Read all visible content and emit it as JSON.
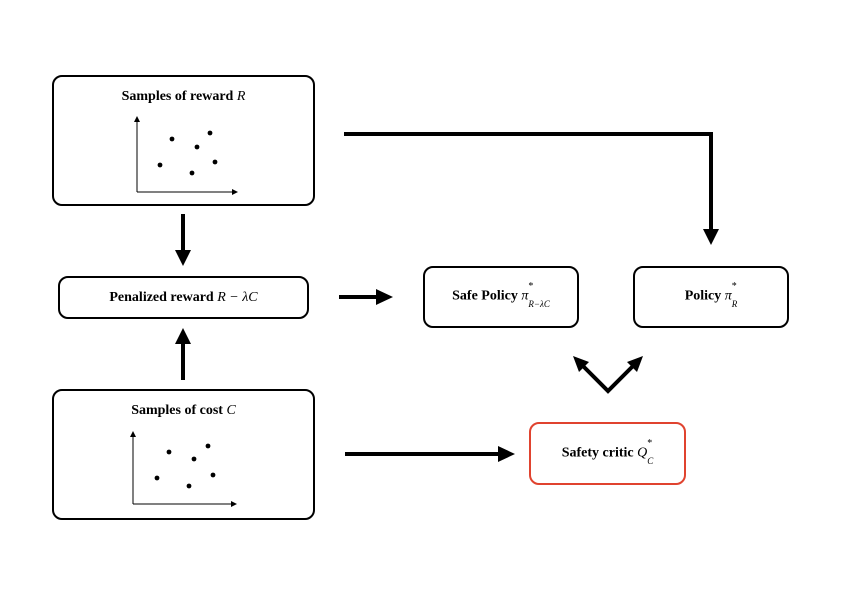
{
  "nodes": {
    "reward_samples": {
      "title": "Samples of reward ",
      "math": "R"
    },
    "cost_samples": {
      "title": "Samples of cost ",
      "math": "C"
    },
    "penalized": {
      "title": "Penalized reward ",
      "math": "R − λC"
    },
    "safe_policy": {
      "title": "Safe Policy ",
      "symbol": "π",
      "sup": "*",
      "sub": "R−λC"
    },
    "policy": {
      "title": "Policy ",
      "symbol": "π",
      "sup": "*",
      "sub": "R"
    },
    "safety_critic": {
      "title": "Safety critic ",
      "symbol": "Q",
      "sup": "*",
      "sub": "C"
    }
  },
  "edges": [
    {
      "from": "reward_samples",
      "to": "penalized"
    },
    {
      "from": "cost_samples",
      "to": "penalized"
    },
    {
      "from": "penalized",
      "to": "safe_policy"
    },
    {
      "from": "reward_samples",
      "to": "policy"
    },
    {
      "from": "cost_samples",
      "to": "safety_critic"
    },
    {
      "from": "safety_critic",
      "to": "safe_policy"
    },
    {
      "from": "safety_critic",
      "to": "policy"
    }
  ],
  "colors": {
    "highlight": "#e0432f",
    "stroke": "#000000"
  }
}
